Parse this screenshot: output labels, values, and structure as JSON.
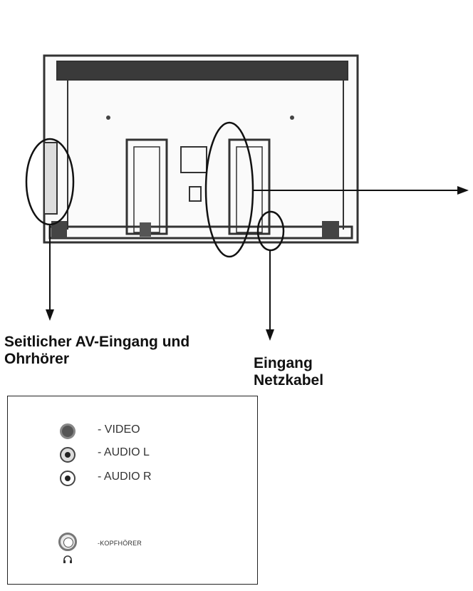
{
  "captions": {
    "side_av": "Seitlicher AV-Eingang und\nOhrhörer",
    "power": "Eingang\nNetzkabel"
  },
  "panel": {
    "jacks": [
      {
        "label": "- VIDEO",
        "color": "#6a6a6a"
      },
      {
        "label": "- AUDIO L",
        "color": "#2a2a2a"
      },
      {
        "label": "- AUDIO R",
        "color": "#ffffff"
      }
    ],
    "headphone_label": "-KOPFHÖRER",
    "headphone_icon": "headphone-icon"
  }
}
